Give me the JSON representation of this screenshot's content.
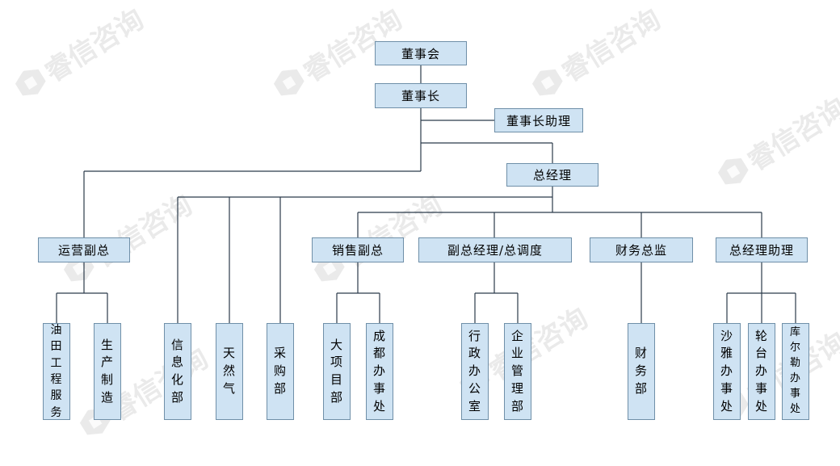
{
  "watermark": "睿信咨询",
  "org": {
    "board": "董事会",
    "chairman": "董事长",
    "chairman_assistant": "董事长助理",
    "gm": "总经理",
    "departments": {
      "ops_vp": "运营副总",
      "sales_vp": "销售副总",
      "deputy_gm": "副总经理/总调度",
      "cfo": "财务总监",
      "gm_assistant": "总经理助理"
    },
    "units": {
      "oilfield": "油田工程服务",
      "production": "生产制造",
      "it": "信息化部",
      "gas": "天然气",
      "purchase": "采购部",
      "big_project": "大项目部",
      "chengdu": "成都办事处",
      "admin": "行政办公室",
      "management": "企业管理部",
      "finance": "财务部",
      "shaya": "沙雅办事处",
      "luntai": "轮台办事处",
      "kuerle": "库尔勒办事处"
    }
  },
  "colors": {
    "box_fill": "#cfe3f3",
    "box_border": "#6f8fa8",
    "line": "#2b3a4a"
  }
}
